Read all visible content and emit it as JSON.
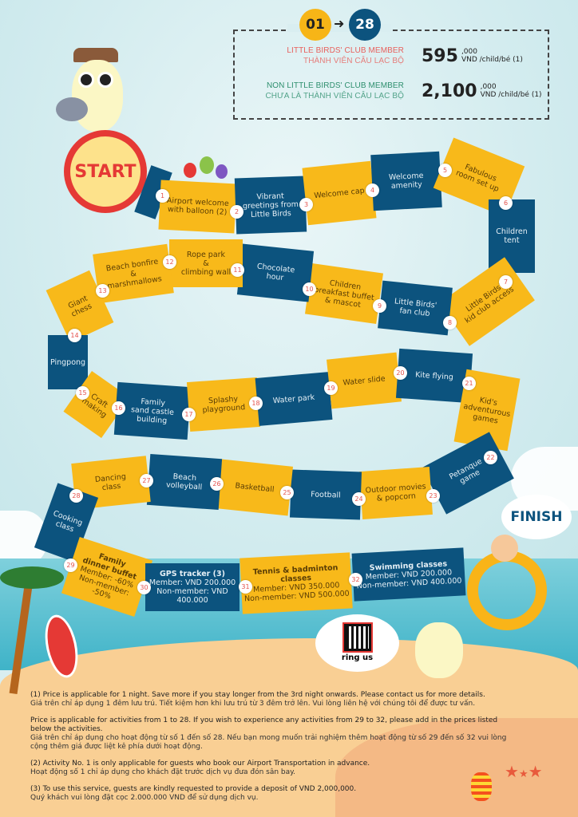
{
  "header": {
    "range_start": "01",
    "range_end": "28",
    "member": {
      "label_en": "LITTLE BIRDS' CLUB MEMBER",
      "label_vi": "THÀNH VIÊN CÂU LẠC BỘ",
      "price": "595",
      "thousands": ",000",
      "unit": "VND /child/bé (1)",
      "color": "#e8605c"
    },
    "non_member": {
      "label_en": "NON LITTLE BIRDS' CLUB MEMBER",
      "label_vi": "CHƯA LÀ THÀNH VIÊN CÂU LẠC BỘ",
      "price": "2,100",
      "thousands": ",000",
      "unit": "VND /child/bé (1)",
      "color": "#2e8f6e"
    }
  },
  "start_label": "START",
  "finish_label": "FINISH",
  "ring_us": "ring us",
  "tiles": [
    {
      "num": "1",
      "label": "Airport welcome\nwith balloon (2)"
    },
    {
      "num": "2",
      "label": "Vibrant\ngreetings from\nLittle Birds"
    },
    {
      "num": "3",
      "label": "Welcome cap"
    },
    {
      "num": "4",
      "label": "Welcome\namenity"
    },
    {
      "num": "5",
      "label": "Fabulous\nroom set up"
    },
    {
      "num": "6",
      "label": "Children\ntent"
    },
    {
      "num": "7",
      "label": "Little Birds'\nkid club access"
    },
    {
      "num": "8",
      "label": "Little Birds'\nfan club"
    },
    {
      "num": "9",
      "label": "Children\nbreakfast buffet\n& mascot"
    },
    {
      "num": "10",
      "label": "Chocolate\nhour"
    },
    {
      "num": "11",
      "label": "Rope park\n&\nclimbing wall"
    },
    {
      "num": "12",
      "label": "Beach bonfire\n&\nmarshmallows"
    },
    {
      "num": "13",
      "label": "Giant chess"
    },
    {
      "num": "14",
      "label": "Pingpong"
    },
    {
      "num": "15",
      "label": "Craft\nmaking"
    },
    {
      "num": "16",
      "label": "Family\nsand castle\nbuilding"
    },
    {
      "num": "17",
      "label": "Splashy\nplayground"
    },
    {
      "num": "18",
      "label": "Water park"
    },
    {
      "num": "19",
      "label": "Water slide"
    },
    {
      "num": "20",
      "label": "Kite flying"
    },
    {
      "num": "21",
      "label": "Kid's\nadventurous\ngames"
    },
    {
      "num": "22",
      "label": "Petanque\ngame"
    },
    {
      "num": "23",
      "label": "Outdoor movies\n& popcorn"
    },
    {
      "num": "24",
      "label": "Football"
    },
    {
      "num": "25",
      "label": "Basketball"
    },
    {
      "num": "26",
      "label": "Beach\nvolleyball"
    },
    {
      "num": "27",
      "label": "Dancing\nclass"
    },
    {
      "num": "28",
      "label": "Cooking\nclass"
    },
    {
      "num": "29",
      "label": "Family\ndinner buffet",
      "detail": "Member: -60%\nNon-member: -50%"
    },
    {
      "num": "30",
      "label": "GPS tracker (3)",
      "detail": "Member: VND 200.000\nNon-member: VND 400.000"
    },
    {
      "num": "31",
      "label": "Tennis & badminton classes",
      "detail": "Member: VND 350.000\nNon-member: VND 500.000"
    },
    {
      "num": "32",
      "label": "Swimming classes",
      "detail": "Member: VND 200.000\nNon-member: VND 400.000"
    }
  ],
  "notes": [
    {
      "en": "(1) Price is applicable for 1 night. Save more if you stay longer from the 3rd night onwards. Please contact us for more details.",
      "vi": "Giá trên chỉ áp dụng 1 đêm lưu trú. Tiết kiệm hơn khi lưu trú từ 3 đêm trở lên. Vui lòng liên hệ với chúng tôi để được tư vấn."
    },
    {
      "en": "Price is applicable for activities from 1 to 28. If you wish to experience any activities from 29 to 32, please add in the prices listed below the activities.",
      "vi": "Giá trên chỉ áp dụng cho hoạt động từ số 1 đến số 28. Nếu bạn mong muốn trải nghiệm thêm hoạt động từ số 29 đến số 32 vui lòng cộng thêm giá được liệt kê phía dưới hoạt động."
    },
    {
      "en": "(2) Activity No. 1 is only applicable for guests who book our Airport Transportation in advance.",
      "vi": "Hoạt động số 1 chỉ áp dụng cho khách đặt trước dịch vụ đưa đón sân bay."
    },
    {
      "en": "(3) To use this service, guests are kindly requested to provide a deposit of VND 2,000,000.",
      "vi": "Quý khách vui lòng đặt cọc 2.000.000 VND để sử dụng dịch vụ."
    }
  ]
}
